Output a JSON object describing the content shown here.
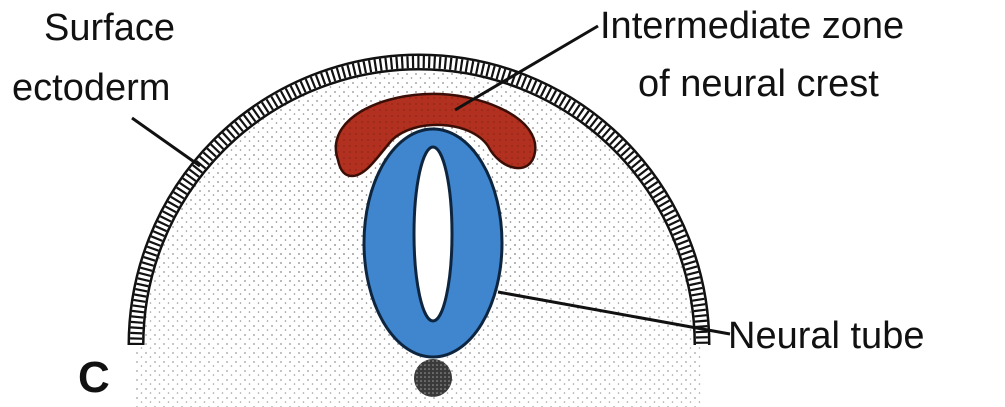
{
  "labels": {
    "surface_ectoderm_line1": "Surface",
    "surface_ectoderm_line2": "ectoderm",
    "neural_crest_line1": "Intermediate zone",
    "neural_crest_line2": "of neural crest",
    "neural_tube": "Neural tube",
    "panel_letter": "C"
  },
  "colors": {
    "neural_tube": "#3f86cf",
    "neural_crest": "#b1301f",
    "mesoderm_stipple": "#c8c8c8",
    "ectoderm_outline": "#111111",
    "notochord": "#3a3a3a"
  }
}
